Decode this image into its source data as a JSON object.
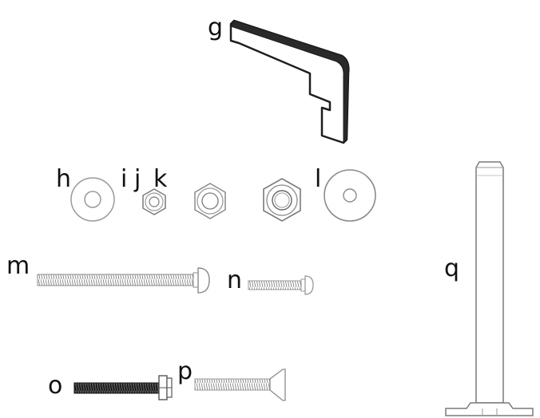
{
  "diagram": {
    "labels": {
      "g": "g",
      "h": "h",
      "i": "i",
      "j": "j",
      "k": "k",
      "l": "l",
      "m": "m",
      "n": "n",
      "o": "o",
      "p": "p",
      "q": "q"
    },
    "colors": {
      "outline": "#222222",
      "light_line": "#9a9a9a",
      "thread_fill": "#b8b8b8",
      "dark_thread": "#333333",
      "bracket_fill": "#ffffff"
    }
  }
}
